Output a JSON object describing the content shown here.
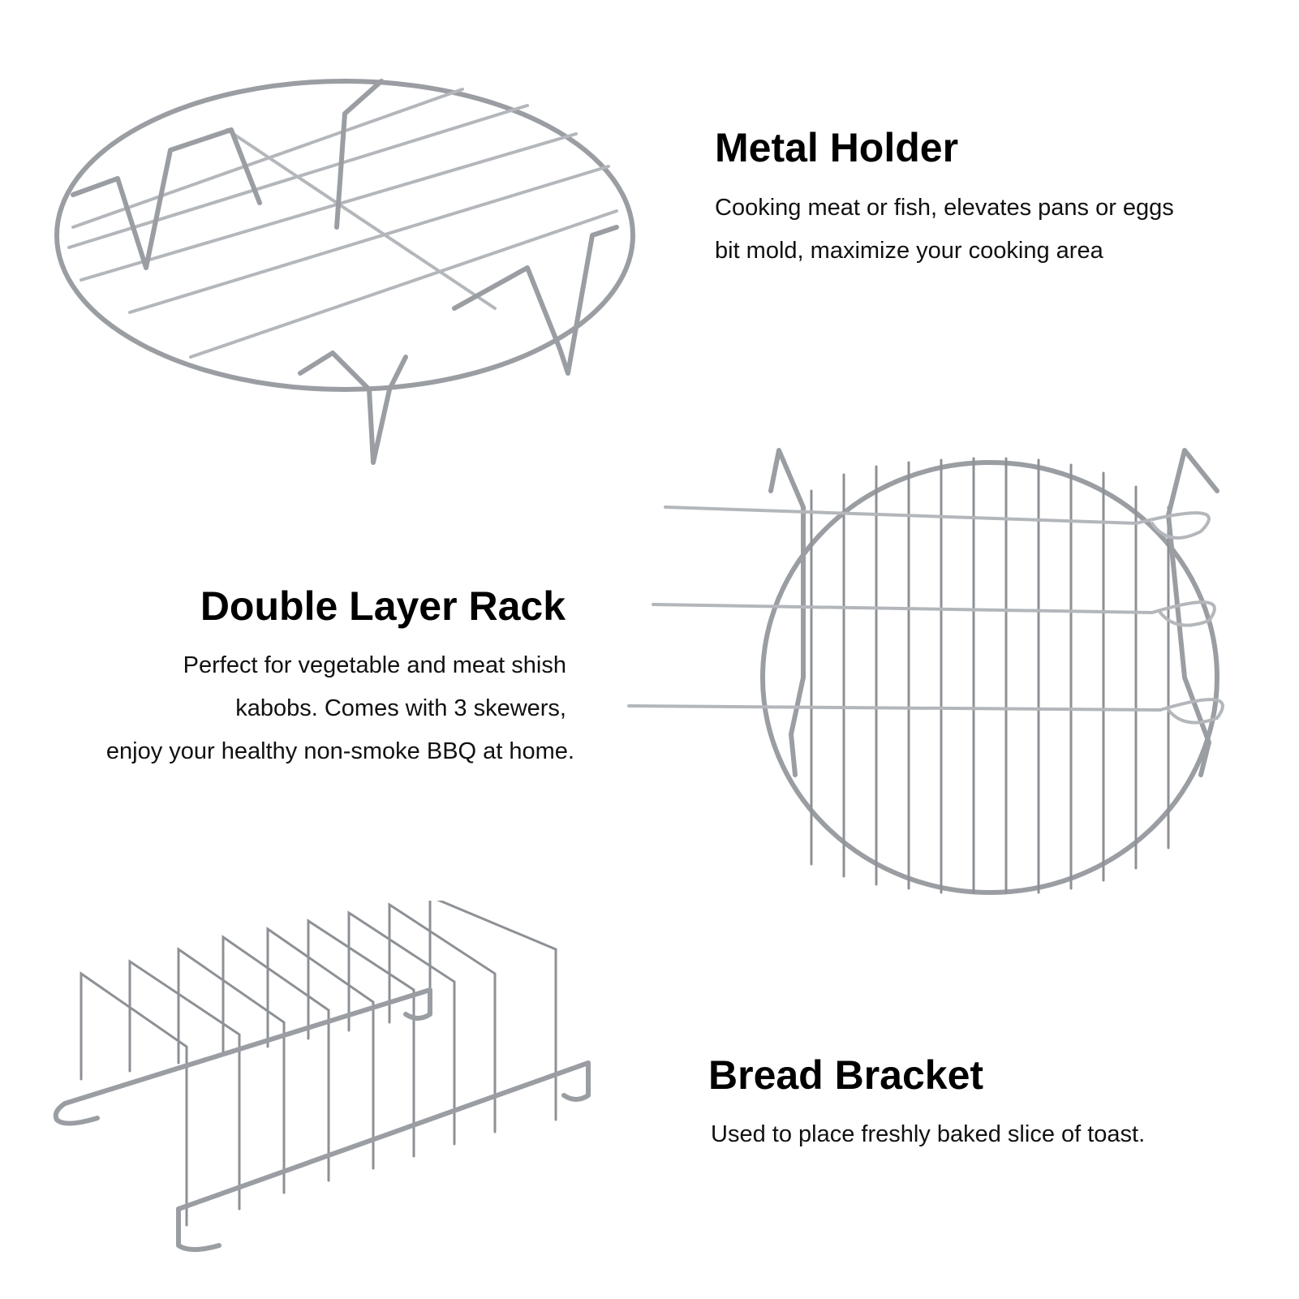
{
  "sections": [
    {
      "title": "Metal Holder",
      "lines": [
        "Cooking meat or fish, elevates pans or eggs",
        "bit mold, maximize your cooking area"
      ]
    },
    {
      "title": "Double Layer Rack",
      "lines": [
        "Perfect for vegetable and meat shish",
        "kabobs. Comes with 3 skewers,",
        "enjoy your healthy non-smoke BBQ at home."
      ]
    },
    {
      "title": "Bread Bracket",
      "lines": [
        "Used to place freshly baked slice of toast."
      ]
    }
  ]
}
